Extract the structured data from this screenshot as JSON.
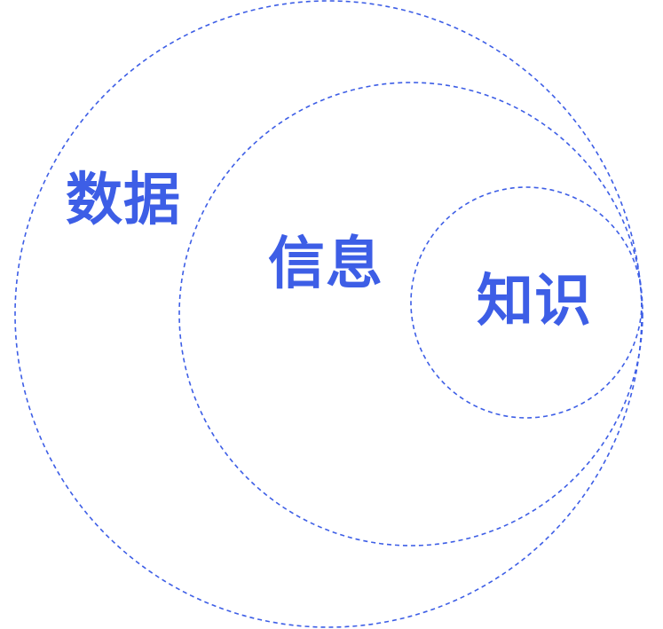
{
  "diagram": {
    "accent_color": "#3d5ee6",
    "outer_label": "数据",
    "middle_label": "信息",
    "inner_label": "知识"
  }
}
